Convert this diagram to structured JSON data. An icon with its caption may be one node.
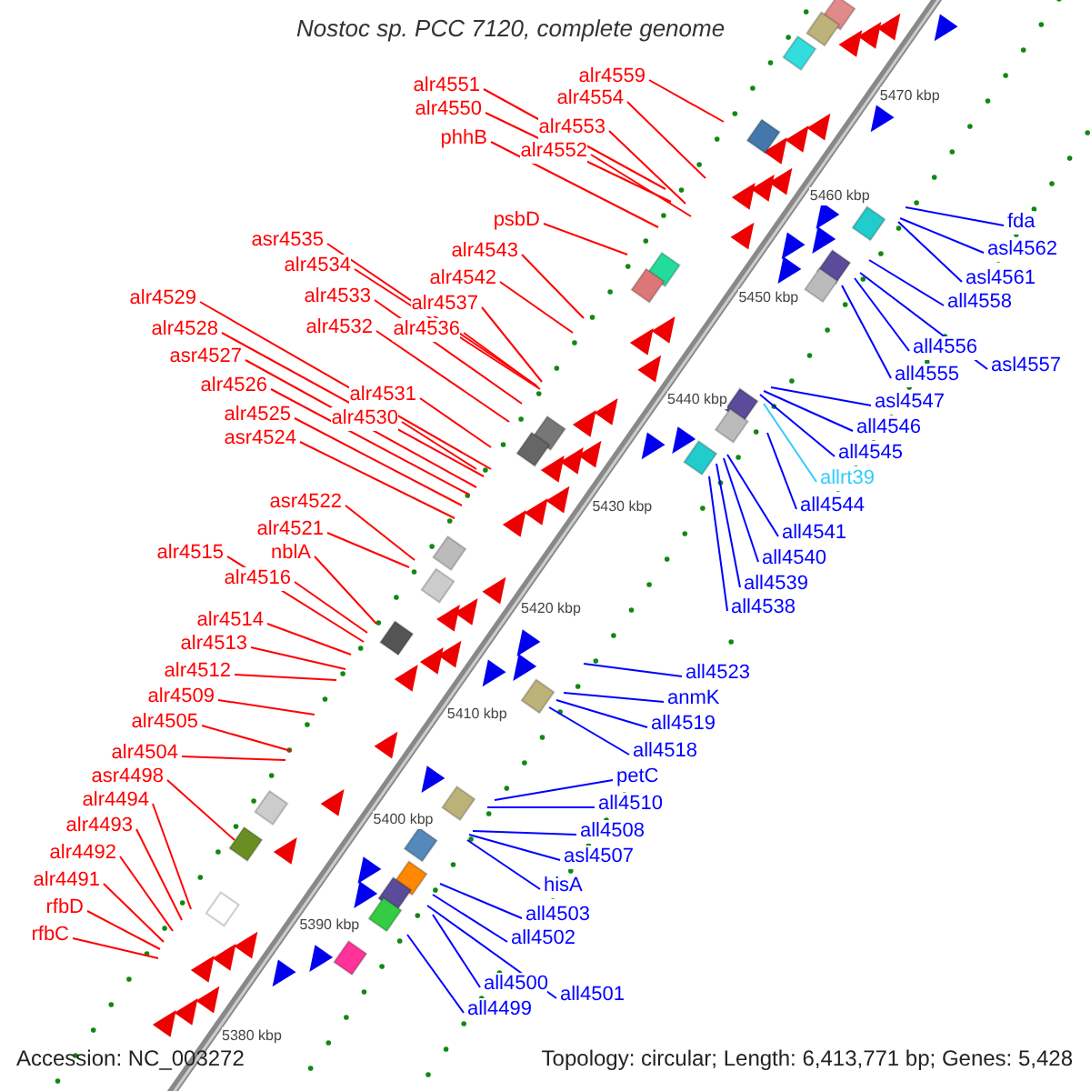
{
  "diagram": {
    "title": "Nostoc sp. PCC 7120, complete genome",
    "nodes": [
      {
        "text": [
          "alr4559"
        ]
      },
      {
        "text": [
          "alr4551"
        ]
      },
      {
        "text": [
          "alr4554"
        ]
      },
      {
        "text": [
          "alr4550"
        ]
      },
      {
        "text": [
          "alr4553"
        ]
      },
      {
        "text": [
          "phhB"
        ]
      },
      {
        "text": [
          "alr4552"
        ]
      },
      {
        "text": [
          "psbD"
        ]
      },
      {
        "text": [
          "asr4535"
        ]
      },
      {
        "text": [
          "alr4543"
        ]
      },
      {
        "text": [
          "alr4534"
        ]
      },
      {
        "text": [
          "alr4542"
        ]
      },
      {
        "text": [
          "alr4533"
        ]
      },
      {
        "text": [
          "alr4529"
        ]
      },
      {
        "text": [
          "alr4537"
        ]
      },
      {
        "text": [
          "alr4532"
        ]
      },
      {
        "text": [
          "alr4536"
        ]
      },
      {
        "text": [
          "alr4528"
        ]
      },
      {
        "text": [
          "asr4527"
        ]
      },
      {
        "text": [
          "alr4526"
        ]
      },
      {
        "text": [
          "alr4531"
        ]
      },
      {
        "text": [
          "alr4525"
        ]
      },
      {
        "text": [
          "alr4530"
        ]
      },
      {
        "text": [
          "asr4524"
        ]
      },
      {
        "text": [
          "asr4522"
        ]
      },
      {
        "text": [
          "alr4521"
        ]
      },
      {
        "text": [
          "alr4515"
        ]
      },
      {
        "text": [
          "nblA"
        ]
      },
      {
        "text": [
          "alr4516"
        ]
      },
      {
        "text": [
          "alr4514"
        ]
      },
      {
        "text": [
          "alr4513"
        ]
      },
      {
        "text": [
          "alr4512"
        ]
      },
      {
        "text": [
          "alr4509"
        ]
      },
      {
        "text": [
          "alr4505"
        ]
      },
      {
        "text": [
          "alr4504"
        ]
      },
      {
        "text": [
          "asr4498"
        ]
      },
      {
        "text": [
          "alr4494"
        ]
      },
      {
        "text": [
          "alr4493"
        ]
      },
      {
        "text": [
          "alr4492"
        ]
      },
      {
        "text": [
          "alr4491"
        ]
      },
      {
        "text": [
          "rfbD"
        ]
      },
      {
        "text": [
          "rfbC"
        ]
      },
      {
        "text": [
          "fda"
        ]
      },
      {
        "text": [
          "asl4562"
        ]
      },
      {
        "text": [
          "asl4561"
        ]
      },
      {
        "text": [
          "all4558"
        ]
      },
      {
        "text": [
          "all4556"
        ]
      },
      {
        "text": [
          "asl4557"
        ]
      },
      {
        "text": [
          "all4555"
        ]
      },
      {
        "text": [
          "asl4547"
        ]
      },
      {
        "text": [
          "all4546"
        ]
      },
      {
        "text": [
          "all4545"
        ]
      },
      {
        "text": [
          "allrt39"
        ]
      },
      {
        "text": [
          "all4544"
        ]
      },
      {
        "text": [
          "all4541"
        ]
      },
      {
        "text": [
          "all4540"
        ]
      },
      {
        "text": [
          "all4539"
        ]
      },
      {
        "text": [
          "all4538"
        ]
      },
      {
        "text": [
          "all4523"
        ]
      },
      {
        "text": [
          "anmK"
        ]
      },
      {
        "text": [
          "all4519"
        ]
      },
      {
        "text": [
          "all4518"
        ]
      },
      {
        "text": [
          "petC"
        ]
      },
      {
        "text": [
          "all4510"
        ]
      },
      {
        "text": [
          "all4508"
        ]
      },
      {
        "text": [
          "asl4507"
        ]
      },
      {
        "text": [
          "hisA"
        ]
      },
      {
        "text": [
          "all4503"
        ]
      },
      {
        "text": [
          "all4502"
        ]
      },
      {
        "text": [
          "all4500"
        ]
      },
      {
        "text": [
          "all4501"
        ]
      },
      {
        "text": [
          "all4499"
        ]
      }
    ],
    "edges": [
      {
        "from": 0,
        "to": null,
        "arrow": "none"
      },
      {
        "from": 1,
        "to": null,
        "arrow": "none"
      },
      {
        "from": 2,
        "to": null,
        "arrow": "none"
      },
      {
        "from": 3,
        "to": null,
        "arrow": "none"
      },
      {
        "from": 4,
        "to": null,
        "arrow": "none"
      },
      {
        "from": 5,
        "to": null,
        "arrow": "none"
      },
      {
        "from": 6,
        "to": null,
        "arrow": "none"
      },
      {
        "from": 7,
        "to": null,
        "arrow": "none"
      },
      {
        "from": 8,
        "to": null,
        "arrow": "none"
      },
      {
        "from": 9,
        "to": null,
        "arrow": "none"
      },
      {
        "from": 10,
        "to": null,
        "arrow": "none"
      },
      {
        "from": 11,
        "to": null,
        "arrow": "none"
      },
      {
        "from": 12,
        "to": null,
        "arrow": "none"
      },
      {
        "from": 13,
        "to": null,
        "arrow": "none"
      },
      {
        "from": 14,
        "to": null,
        "arrow": "none"
      },
      {
        "from": 15,
        "to": null,
        "arrow": "none"
      },
      {
        "from": 16,
        "to": null,
        "arrow": "none"
      },
      {
        "from": 17,
        "to": null,
        "arrow": "none"
      },
      {
        "from": 18,
        "to": null,
        "arrow": "none"
      },
      {
        "from": 19,
        "to": null,
        "arrow": "none"
      },
      {
        "from": 20,
        "to": null,
        "arrow": "none"
      },
      {
        "from": 21,
        "to": null,
        "arrow": "none"
      },
      {
        "from": 22,
        "to": null,
        "arrow": "none"
      },
      {
        "from": 23,
        "to": null,
        "arrow": "none"
      },
      {
        "from": 24,
        "to": null,
        "arrow": "none"
      },
      {
        "from": 25,
        "to": null,
        "arrow": "none"
      },
      {
        "from": 26,
        "to": null,
        "arrow": "none"
      },
      {
        "from": 27,
        "to": null,
        "arrow": "none"
      },
      {
        "from": 28,
        "to": null,
        "arrow": "none"
      },
      {
        "from": 29,
        "to": null,
        "arrow": "none"
      },
      {
        "from": 30,
        "to": null,
        "arrow": "none"
      },
      {
        "from": 31,
        "to": null,
        "arrow": "none"
      },
      {
        "from": 32,
        "to": null,
        "arrow": "none"
      },
      {
        "from": 33,
        "to": null,
        "arrow": "none"
      },
      {
        "from": 34,
        "to": null,
        "arrow": "none"
      },
      {
        "from": 35,
        "to": null,
        "arrow": "none"
      },
      {
        "from": 36,
        "to": null,
        "arrow": "none"
      },
      {
        "from": 37,
        "to": null,
        "arrow": "none"
      },
      {
        "from": 38,
        "to": null,
        "arrow": "none"
      },
      {
        "from": 39,
        "to": null,
        "arrow": "none"
      },
      {
        "from": 40,
        "to": null,
        "arrow": "none"
      },
      {
        "from": 41,
        "to": null,
        "arrow": "none"
      },
      {
        "from": 42,
        "to": null,
        "arrow": "none",
        "color": "#0000ff"
      },
      {
        "from": 43,
        "to": null,
        "arrow": "none",
        "color": "#0000ff"
      },
      {
        "from": 44,
        "to": null,
        "arrow": "none",
        "color": "#0000ff"
      },
      {
        "from": 45,
        "to": null,
        "arrow": "none",
        "color": "#0000ff"
      },
      {
        "from": 46,
        "to": null,
        "arrow": "none",
        "color": "#0000ff"
      },
      {
        "from": 47,
        "to": null,
        "arrow": "none",
        "color": "#0000ff"
      },
      {
        "from": 48,
        "to": null,
        "arrow": "none",
        "color": "#0000ff"
      },
      {
        "from": 49,
        "to": null,
        "arrow": "none",
        "color": "#0000ff"
      },
      {
        "from": 50,
        "to": null,
        "arrow": "none",
        "color": "#0000ff"
      },
      {
        "from": 51,
        "to": null,
        "arrow": "none",
        "color": "#0000ff"
      },
      {
        "from": 52,
        "to": null,
        "arrow": "none",
        "color": "#33ccff"
      },
      {
        "from": 53,
        "to": null,
        "arrow": "none",
        "color": "#0000ff"
      },
      {
        "from": 54,
        "to": null,
        "arrow": "none",
        "color": "#0000ff"
      },
      {
        "from": 55,
        "to": null,
        "arrow": "none",
        "color": "#0000ff"
      },
      {
        "from": 56,
        "to": null,
        "arrow": "none",
        "color": "#0000ff"
      },
      {
        "from": 57,
        "to": null,
        "arrow": "none",
        "color": "#0000ff"
      },
      {
        "from": 58,
        "to": null,
        "arrow": "none",
        "color": "#0000ff"
      },
      {
        "from": 59,
        "to": null,
        "arrow": "none",
        "color": "#0000ff"
      },
      {
        "from": 60,
        "to": null,
        "arrow": "none",
        "color": "#0000ff"
      },
      {
        "from": 61,
        "to": null,
        "arrow": "none",
        "color": "#0000ff"
      },
      {
        "from": 62,
        "to": null,
        "arrow": "none",
        "color": "#0000ff"
      },
      {
        "from": 63,
        "to": null,
        "arrow": "none",
        "color": "#0000ff"
      },
      {
        "from": 64,
        "to": null,
        "arrow": "none",
        "color": "#0000ff"
      },
      {
        "from": 65,
        "to": null,
        "arrow": "none",
        "color": "#0000ff"
      },
      {
        "from": 66,
        "to": null,
        "arrow": "none",
        "color": "#0000ff"
      },
      {
        "from": 67,
        "to": null,
        "arrow": "none",
        "color": "#0000ff"
      },
      {
        "from": 68,
        "to": null,
        "arrow": "none",
        "color": "#0000ff"
      },
      {
        "from": 69,
        "to": null,
        "arrow": "none",
        "color": "#0000ff"
      },
      {
        "from": 70,
        "to": null,
        "arrow": "none",
        "color": "#0000ff"
      },
      {
        "from": 71,
        "to": null,
        "arrow": "none",
        "color": "#0000ff"
      }
    ],
    "labels": [
      "5470 kbp",
      "5460 kbp",
      "5450 kbp",
      "5440 kbp",
      "5430 kbp",
      "5420 kbp",
      "5410 kbp",
      "5400 kbp",
      "5390 kbp",
      "5380 kbp",
      "Accession: NC_003272",
      "Topology: circular; Length: 6,413,771 bp; Genes: 5,428"
    ]
  }
}
